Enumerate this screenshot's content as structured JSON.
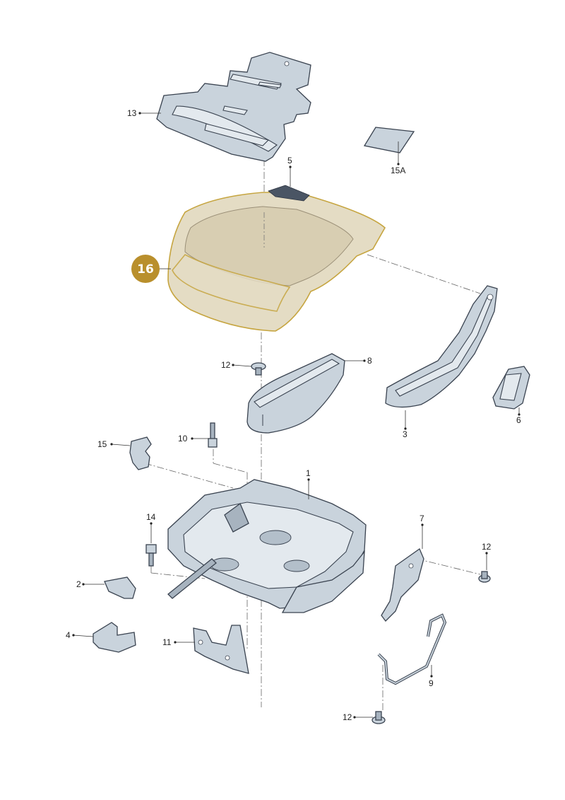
{
  "callouts": {
    "p13": "13",
    "p15a": "15A",
    "p5": "5",
    "p16": "16",
    "p12a": "12",
    "p8": "8",
    "p3": "3",
    "p6": "6",
    "p15": "15",
    "p10": "10",
    "p1": "1",
    "p14": "14",
    "p7": "7",
    "p12b": "12",
    "p2": "2",
    "p4": "4",
    "p11": "11",
    "p9": "9",
    "p12c": "12"
  },
  "colors": {
    "highlight_badge": "#b98f2c",
    "highlight_outline": "#c6a540",
    "part_fill": "#c9d3dc"
  }
}
